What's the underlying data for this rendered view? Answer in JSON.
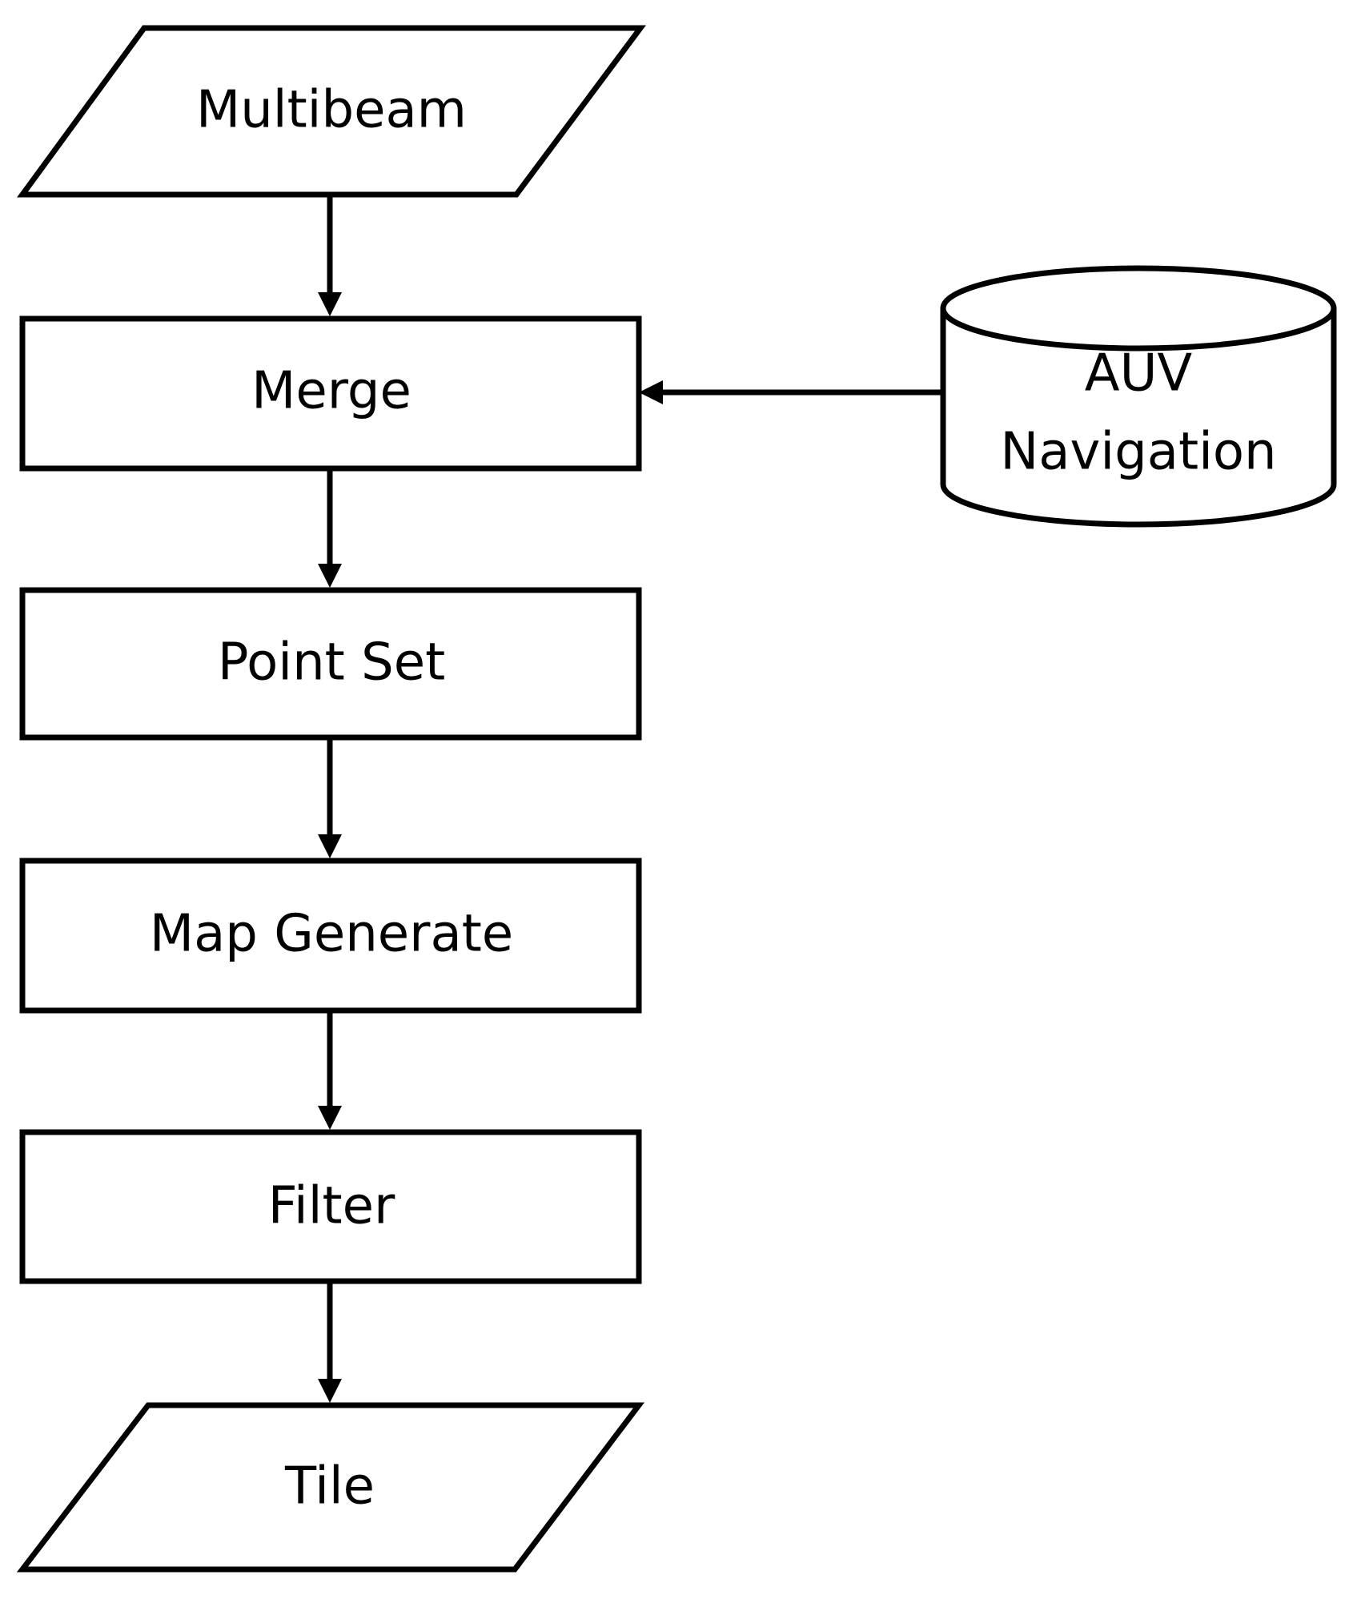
{
  "nodes": {
    "multibeam": {
      "label": "Multibeam",
      "shape": "parallelogram"
    },
    "merge": {
      "label": "Merge",
      "shape": "rectangle"
    },
    "point_set": {
      "label": "Point Set",
      "shape": "rectangle"
    },
    "map_generate": {
      "label": "Map Generate",
      "shape": "rectangle"
    },
    "filter": {
      "label": "Filter",
      "shape": "rectangle"
    },
    "tile": {
      "label": "Tile",
      "shape": "parallelogram"
    },
    "auv_navigation": {
      "label_line1": "AUV",
      "label_line2": "Navigation",
      "shape": "cylinder"
    }
  },
  "edges": [
    {
      "from": "multibeam",
      "to": "merge"
    },
    {
      "from": "auv_navigation",
      "to": "merge"
    },
    {
      "from": "merge",
      "to": "point_set"
    },
    {
      "from": "point_set",
      "to": "map_generate"
    },
    {
      "from": "map_generate",
      "to": "filter"
    },
    {
      "from": "filter",
      "to": "tile"
    }
  ],
  "colors": {
    "stroke": "#000000",
    "fill": "#ffffff",
    "text": "#000000"
  }
}
